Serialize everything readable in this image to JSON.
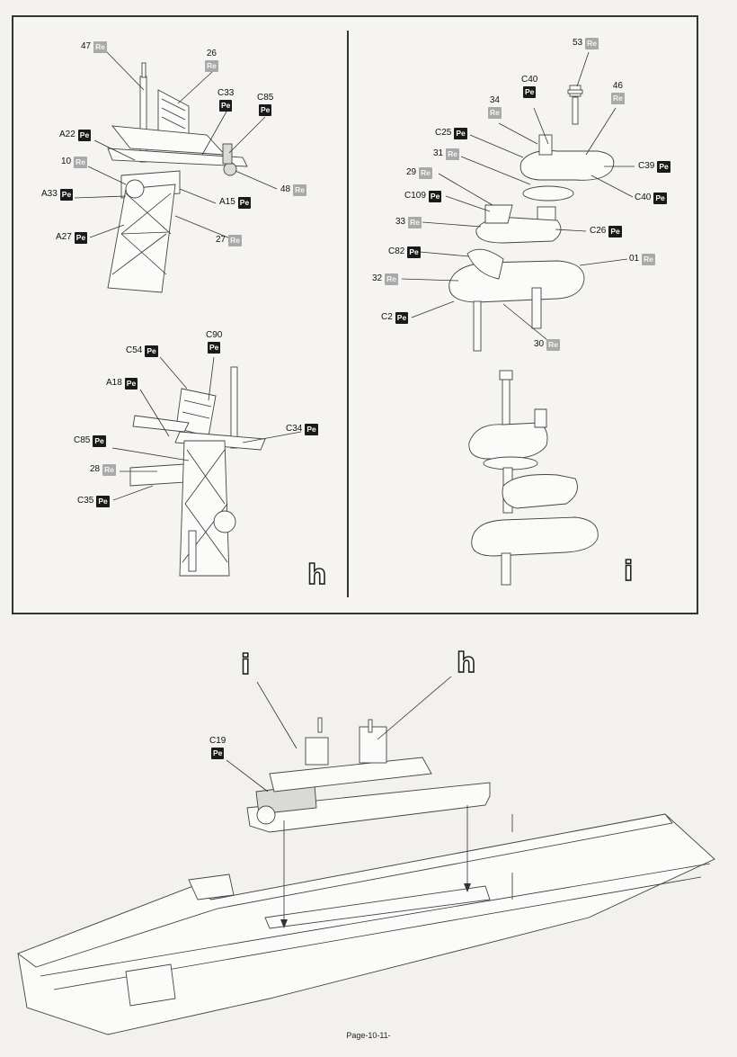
{
  "step_h": "h",
  "step_i": "i",
  "callout_i": "i",
  "callout_h": "h",
  "page_number": "Page-10-11-",
  "badge_types": {
    "pe": "Pe",
    "re": "Re"
  },
  "colors": {
    "pe_badge": "#1a1a1a",
    "re_badge": "#a9a9a9",
    "line": "#333333"
  },
  "labels_h_top": [
    {
      "id": "47",
      "type": "Re"
    },
    {
      "id": "26",
      "type": "Re"
    },
    {
      "id": "C33",
      "type": "Pe"
    },
    {
      "id": "C85",
      "type": "Pe"
    },
    {
      "id": "A22",
      "type": "Pe"
    },
    {
      "id": "10",
      "type": "Re"
    },
    {
      "id": "48",
      "type": "Re"
    },
    {
      "id": "A33",
      "type": "Pe"
    },
    {
      "id": "A15",
      "type": "Pe"
    },
    {
      "id": "A27",
      "type": "Pe"
    },
    {
      "id": "27",
      "type": "Re"
    }
  ],
  "labels_h_bottom": [
    {
      "id": "C90",
      "type": "Pe"
    },
    {
      "id": "C54",
      "type": "Pe"
    },
    {
      "id": "A18",
      "type": "Pe"
    },
    {
      "id": "C34",
      "type": "Pe"
    },
    {
      "id": "C85",
      "type": "Pe"
    },
    {
      "id": "28",
      "type": "Re"
    },
    {
      "id": "C35",
      "type": "Pe"
    }
  ],
  "labels_i": [
    {
      "id": "53",
      "type": "Re"
    },
    {
      "id": "C40",
      "type": "Pe"
    },
    {
      "id": "46",
      "type": "Re"
    },
    {
      "id": "34",
      "type": "Re"
    },
    {
      "id": "C25",
      "type": "Pe"
    },
    {
      "id": "31",
      "type": "Re"
    },
    {
      "id": "C39",
      "type": "Pe"
    },
    {
      "id": "29",
      "type": "Re"
    },
    {
      "id": "C40",
      "type": "Pe"
    },
    {
      "id": "C109",
      "type": "Pe"
    },
    {
      "id": "33",
      "type": "Re"
    },
    {
      "id": "C26",
      "type": "Pe"
    },
    {
      "id": "C82",
      "type": "Pe"
    },
    {
      "id": "01",
      "type": "Re"
    },
    {
      "id": "32",
      "type": "Re"
    },
    {
      "id": "C2",
      "type": "Pe"
    },
    {
      "id": "30",
      "type": "Re"
    }
  ],
  "label_ship": {
    "id": "C19",
    "type": "Pe"
  }
}
